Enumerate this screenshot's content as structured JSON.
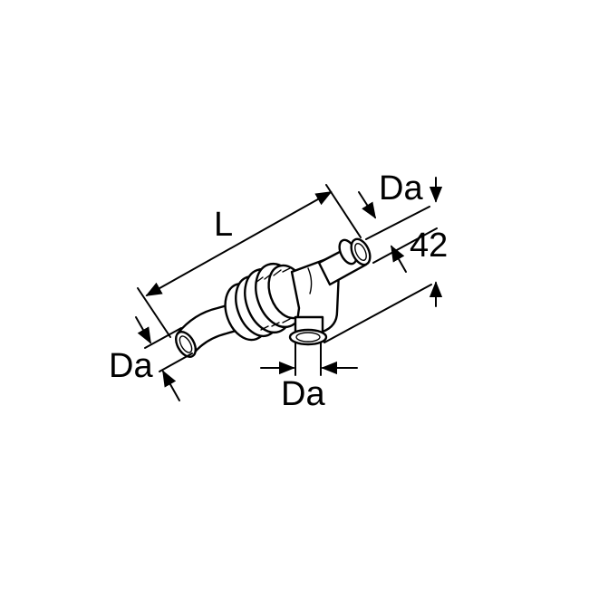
{
  "drawing": {
    "labels": {
      "length": "L",
      "diameter_left": "Da",
      "diameter_bottom": "Da",
      "diameter_right": "Da",
      "height": "42"
    }
  }
}
